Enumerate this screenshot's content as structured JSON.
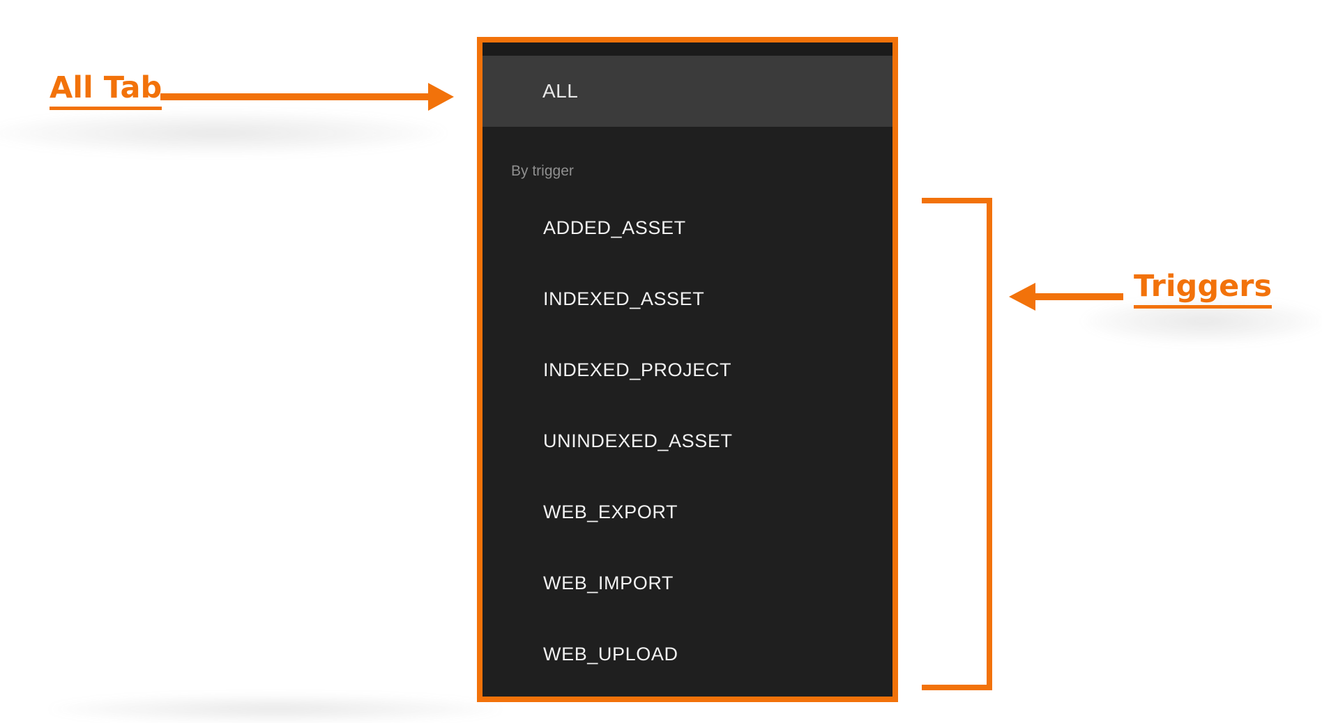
{
  "colors": {
    "accent": "#F2720A",
    "panel_background": "#1F1F1F",
    "panel_top_strip": "#1B1B1B",
    "selected_row_background": "#3B3B3B",
    "menu_item_text": "#F1F1F1",
    "section_label_text": "#8F8F8F"
  },
  "annotations": {
    "all_tab_label": "All Tab",
    "triggers_label": "Triggers"
  },
  "menu": {
    "selected_tab": "ALL",
    "section_label": "By trigger",
    "trigger_items": [
      "ADDED_ASSET",
      "INDEXED_ASSET",
      "INDEXED_PROJECT",
      "UNINDEXED_ASSET",
      "WEB_EXPORT",
      "WEB_IMPORT",
      "WEB_UPLOAD"
    ]
  }
}
